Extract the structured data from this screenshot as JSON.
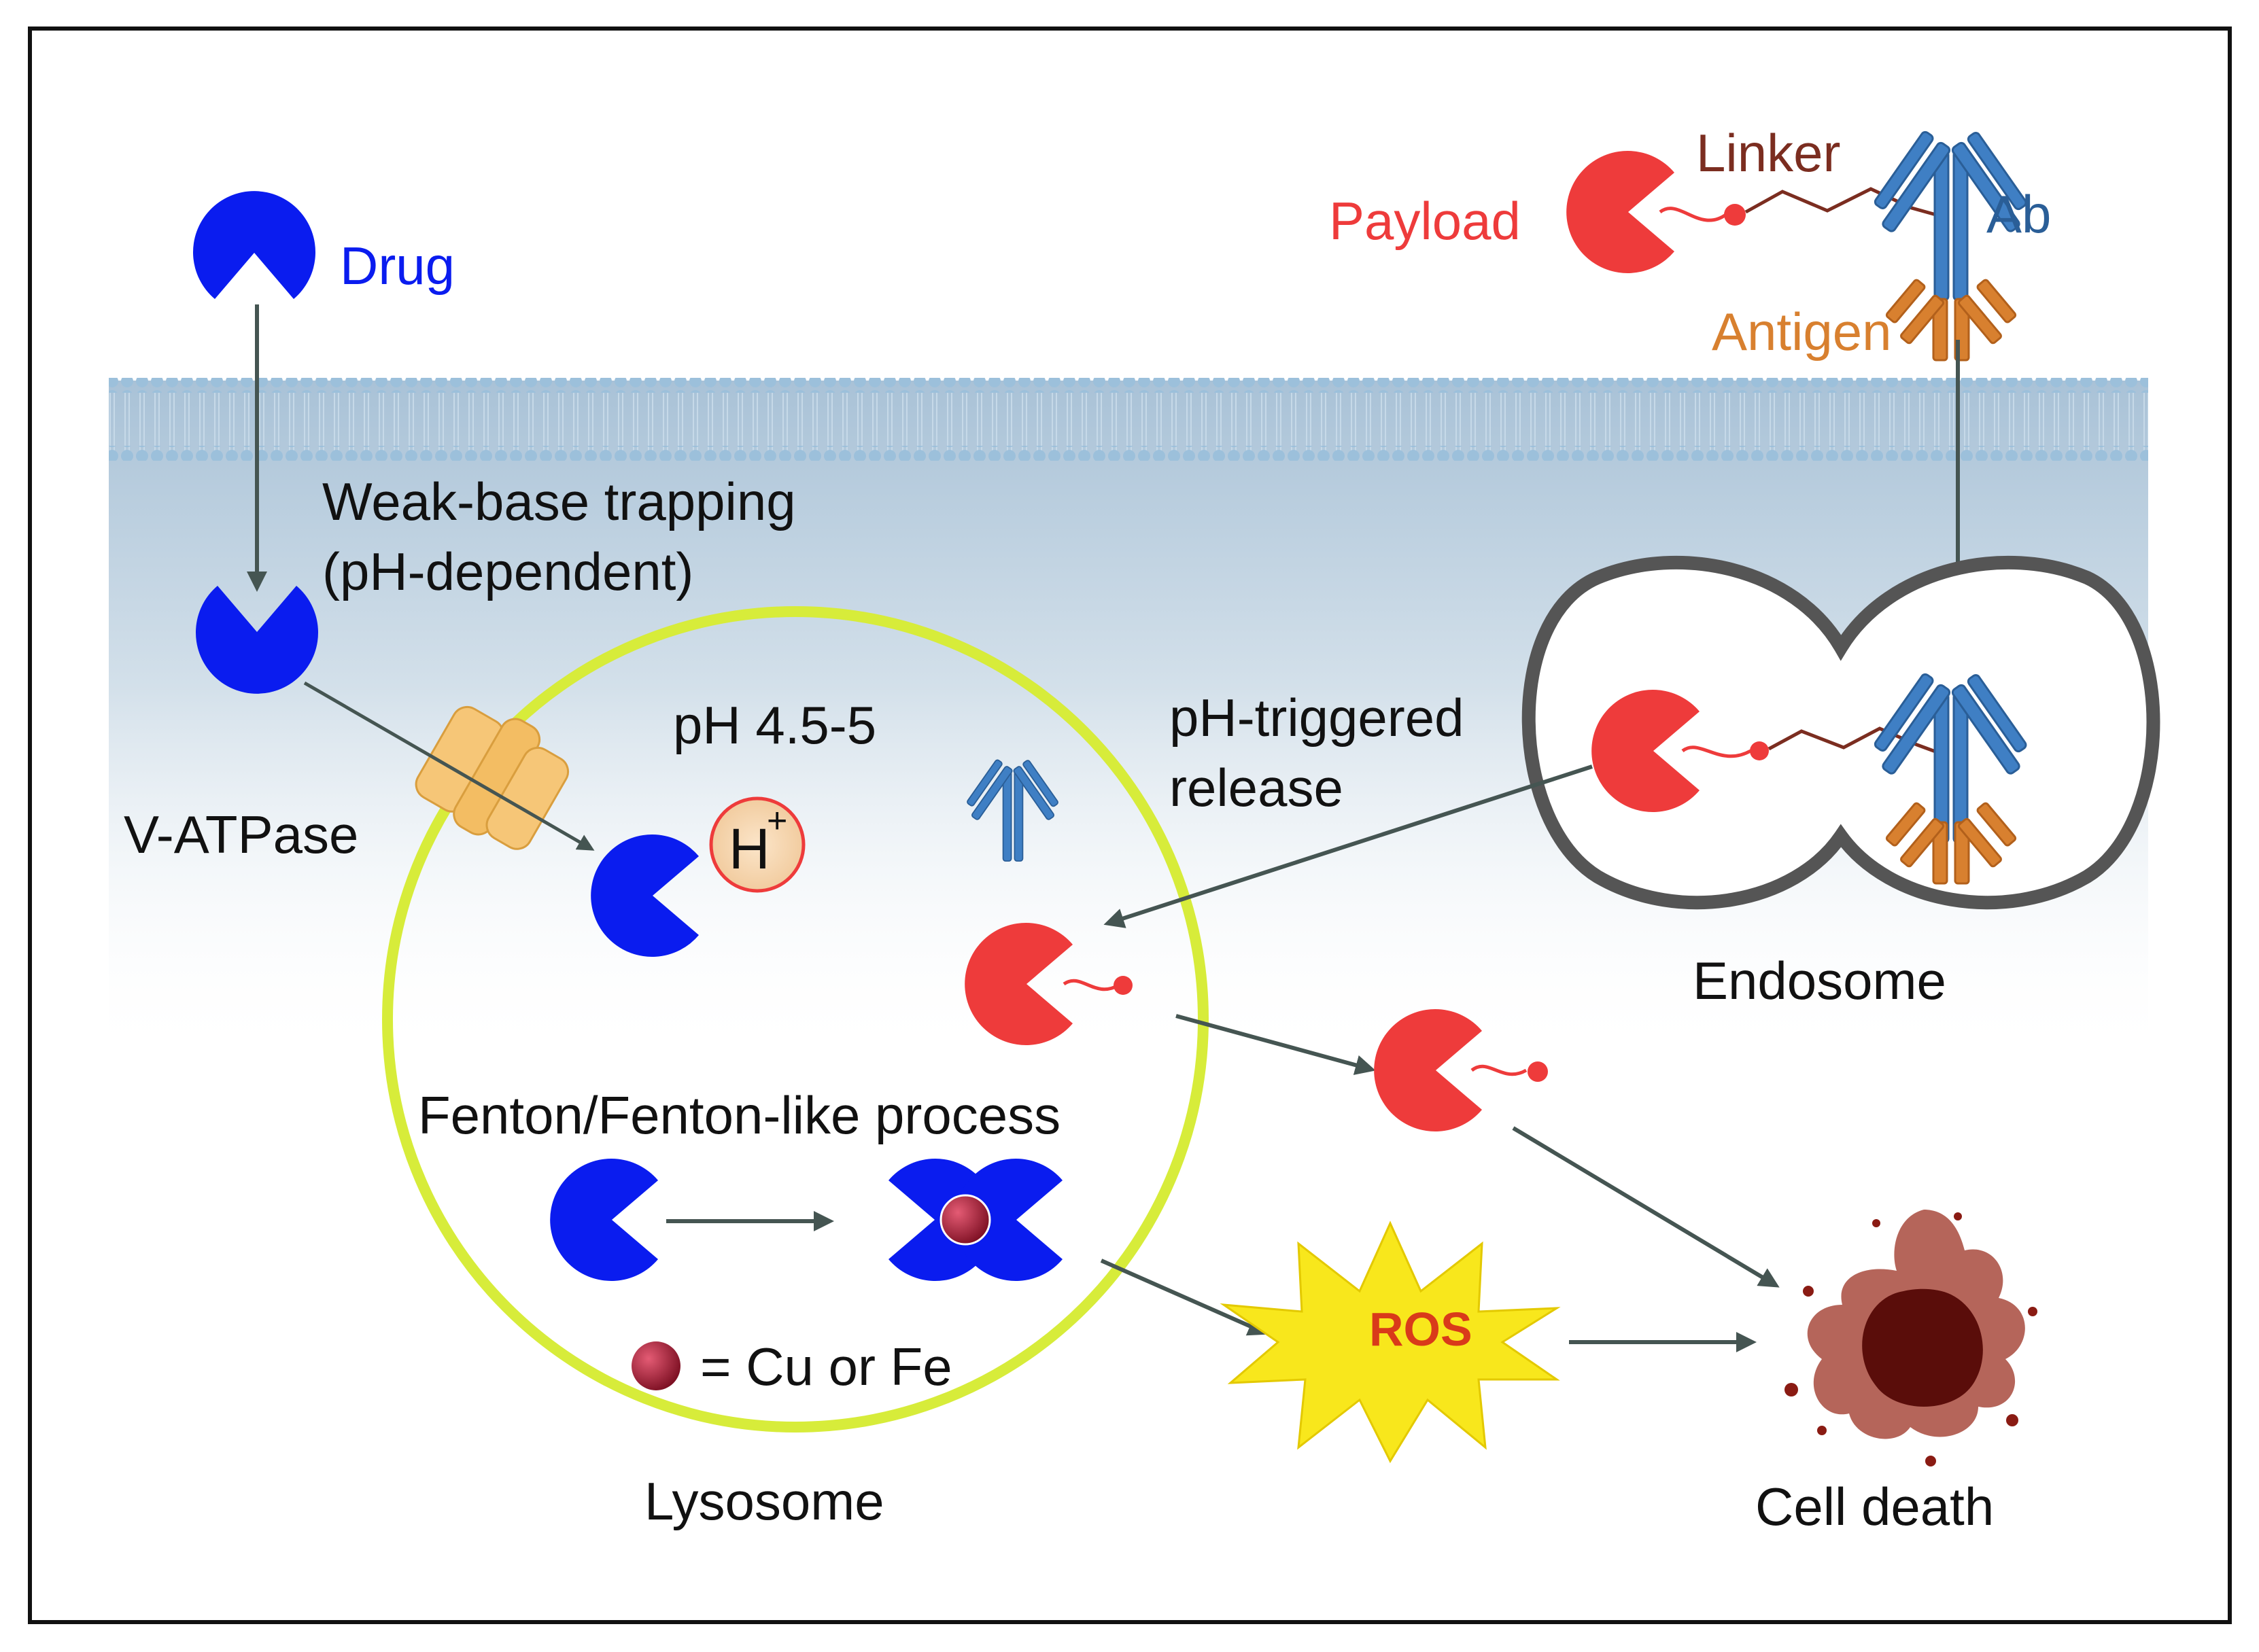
{
  "labels": {
    "drug": "Drug",
    "payload": "Payload",
    "linker": "Linker",
    "ab": "Ab",
    "antigen": "Antigen",
    "weak_base_line1": "Weak-base trapping",
    "weak_base_line2": "(pH-dependent)",
    "ph_range": "pH 4.5-5",
    "proton": "H",
    "proton_sup": "+",
    "v_atpase": "V-ATPase",
    "ph_triggered_line1": "pH-triggered",
    "ph_triggered_line2": "release",
    "endosome": "Endosome",
    "fenton": "Fenton/Fenton-like process",
    "metal_legend": "= Cu or Fe",
    "lysosome": "Lysosome",
    "ros": "ROS",
    "cell_death": "Cell death"
  },
  "colors": {
    "drug": "#0a1cef",
    "payload": "#ee3b3b",
    "linker": "#7b2d20",
    "antibody": "#3f7fc4",
    "antigen": "#d8802f",
    "lysosome_ring": "#d7ec3a",
    "arrow": "#455552",
    "ros_star": "#f8e71c",
    "ros_text": "#d93a1a",
    "metal": "#9b1b2e",
    "membrane": "#98bcd8",
    "blood": "#8a1b13"
  }
}
